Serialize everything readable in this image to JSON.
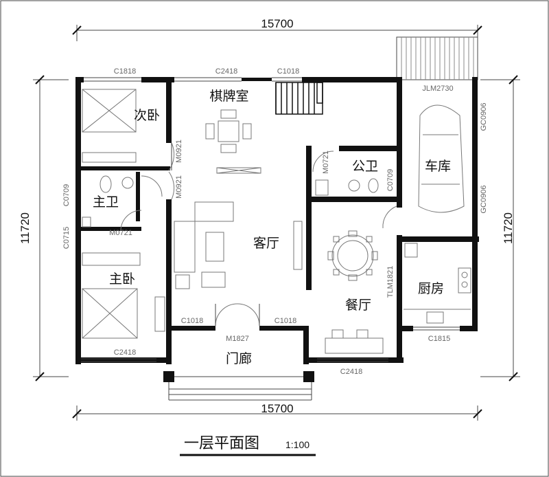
{
  "plan": {
    "title": "一层平面图",
    "scale": "1:100",
    "dimensions": {
      "top_width": "15700",
      "bottom_width": "15700",
      "left_height": "11720",
      "right_height": "11720"
    },
    "rooms": {
      "chess_room": "棋牌室",
      "second_bedroom": "次卧",
      "master_bath": "主卫",
      "master_bedroom": "主卧",
      "living_room": "客厅",
      "public_bath": "公卫",
      "garage": "车库",
      "dining_room": "餐厅",
      "kitchen": "厨房",
      "porch": "门廊"
    },
    "openings": {
      "c1818": "C1818",
      "c2418_top": "C2418",
      "c1018_top": "C1018",
      "jlm2730": "JLM2730",
      "gc0906_upper": "GC0906",
      "gc0906_lower": "GC0906",
      "m0921_upper": "M0921",
      "m0921_lower": "M0921",
      "m0721_left": "M0721",
      "m0721_right": "M0721",
      "c0709_left": "C0709",
      "c0709_right": "C0709",
      "c0715": "C0715",
      "tlm1821": "TLM1821",
      "c1018_left": "C1018",
      "m1827": "M1827",
      "c1018_right": "C1018",
      "c1815": "C1815",
      "c2418_bottom_left": "C2418",
      "c2418_bottom_right": "C2418"
    }
  }
}
